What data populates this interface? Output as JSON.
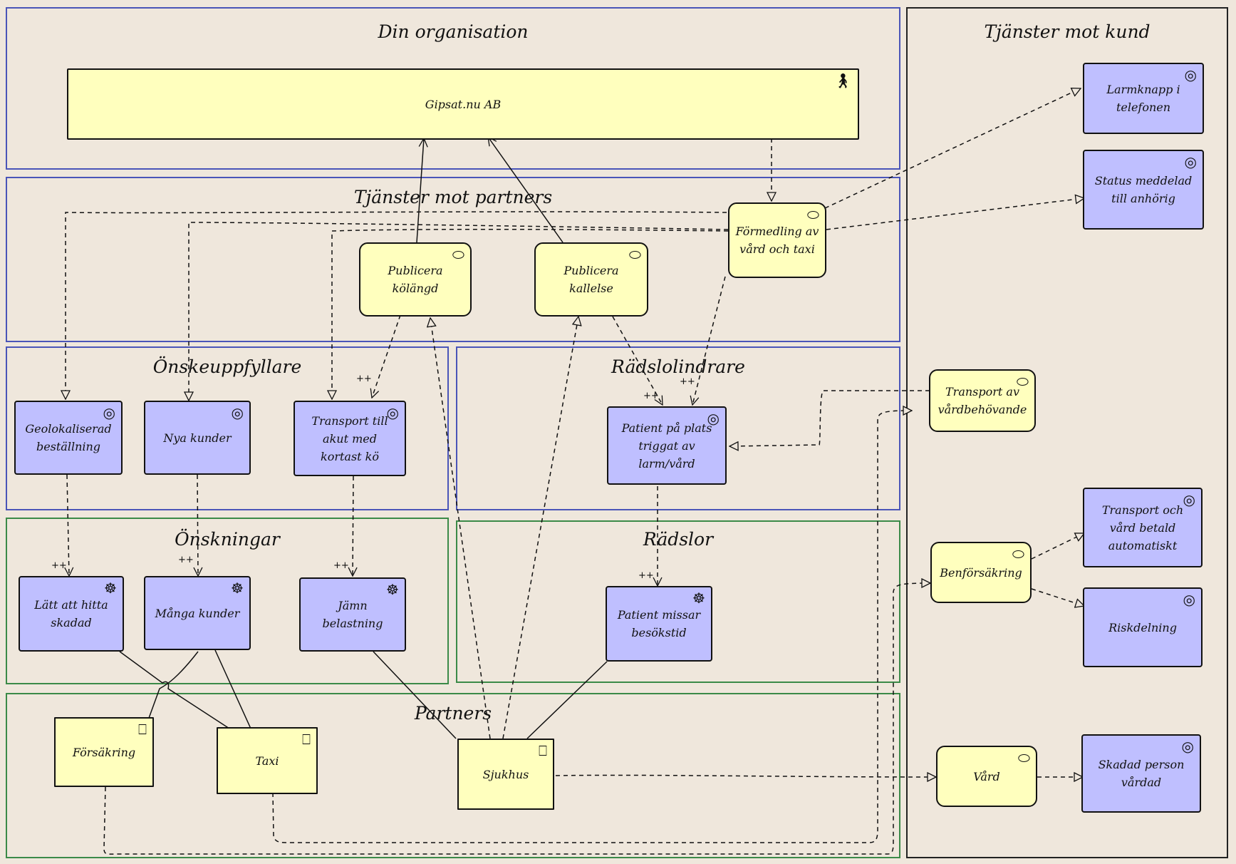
{
  "groups": {
    "din_organisation": "Din organisation",
    "tjanster_mot_kund": "Tjänster mot kund",
    "tjanster_mot_partners": "Tjänster mot partners",
    "onskeuppfyllare": "Önskeuppfyllare",
    "radslolindrare": "Rädslolindrare",
    "onskningar": "Önskningar",
    "radslor": "Rädslor",
    "partners": "Partners"
  },
  "nodes": {
    "gipsat": "Gipsat.nu AB",
    "formedling": "Förmedling av vård och taxi",
    "publicera_kolangd": "Publicera kölängd",
    "publicera_kallelse": "Publicera kallelse",
    "larmknapp": "Larmknapp i telefonen",
    "status_meddelad": "Status meddelad till anhörig",
    "geolokaliserad": "Geolokaliserad beställning",
    "nya_kunder": "Nya kunder",
    "transport_akut": "Transport till akut med kortast kö",
    "patient_pa_plats": "Patient på plats triggat av larm/vård",
    "transport_vardbehovande": "Transport av vårdbehövande",
    "latt_att_hitta": "Lätt att hitta skadad",
    "manga_kunder": "Många kunder",
    "jamn_belastning": "Jämn belastning",
    "patient_missar": "Patient missar besökstid",
    "transport_och_vard": "Transport och vård betald automatiskt",
    "benforsakring": "Benförsäkring",
    "riskdelning": "Riskdelning",
    "forsakring": "Försäkring",
    "taxi": "Taxi",
    "sjukhus": "Sjukhus",
    "vard": "Vård",
    "skadad_person": "Skadad person vårdad"
  },
  "influence_mark": "++",
  "colors": {
    "yellow_node": "#FFFFBE",
    "blue_node": "#BFBFFF",
    "background": "#EFE7DC",
    "group_blue": "#4A55B8",
    "group_green": "#3B8A48"
  },
  "icons": {
    "actor": "actor-icon",
    "service": "service-icon",
    "goal": "goal-target-icon",
    "driver": "driver-wheel-icon",
    "component": "component-icon"
  }
}
